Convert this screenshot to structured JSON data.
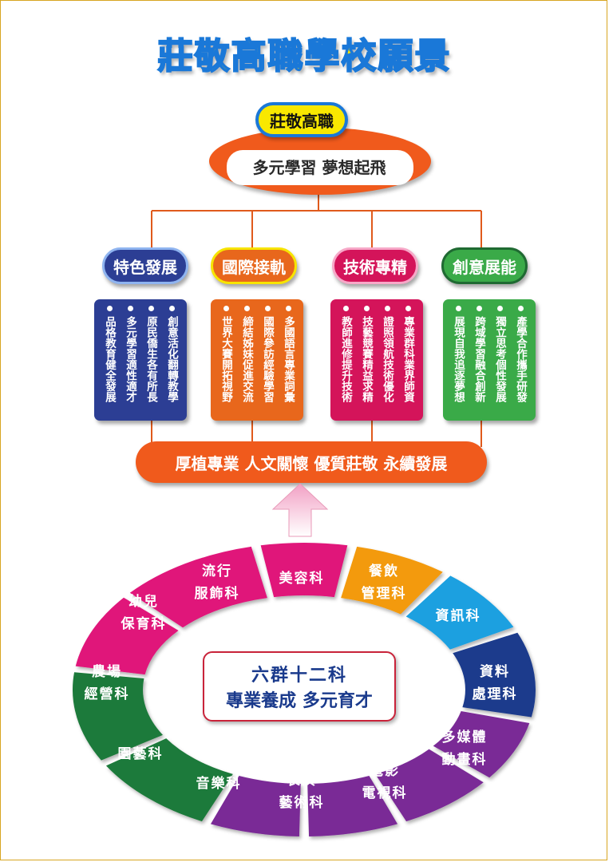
{
  "title": "莊敬高職學校願景",
  "top": {
    "name": "莊敬高職",
    "slogan": "多元學習 夢想起飛"
  },
  "pillars": [
    {
      "label": "特色發展",
      "items": [
        "創意活化翻轉教學",
        "原民僑生各有所長",
        "多元學習適性適才",
        "品格教育健全發展"
      ]
    },
    {
      "label": "國際接軌",
      "items": [
        "多國語言專業詞彙",
        "國際參訪經驗學習",
        "締結姊妹促進交流",
        "世界大賽開拓視野"
      ]
    },
    {
      "label": "技術專精",
      "items": [
        "專業群科業界師資",
        "證照領航技術優化",
        "技藝競賽精益求精",
        "教師進修提升技術"
      ]
    },
    {
      "label": "創意展能",
      "items": [
        "產學合作攜手研發",
        "獨立思考個性發展",
        "跨域學習融合創新",
        "展現自我追逐夢想"
      ]
    }
  ],
  "banner": "厚植專業 人文關懷 優質莊敬 永續發展",
  "center": {
    "line1": "六群十二科",
    "line2": "專業養成 多元育才"
  },
  "departments": [
    {
      "line1": "美容科",
      "line2": ""
    },
    {
      "line1": "餐飲",
      "line2": "管理科"
    },
    {
      "line1": "資訊科",
      "line2": ""
    },
    {
      "line1": "資料",
      "line2": "處理科"
    },
    {
      "line1": "多媒體",
      "line2": "動畫科"
    },
    {
      "line1": "電影",
      "line2": "電視科"
    },
    {
      "line1": "表演",
      "line2": "藝術科"
    },
    {
      "line1": "音樂科",
      "line2": ""
    },
    {
      "line1": "園藝科",
      "line2": ""
    },
    {
      "line1": "農場",
      "line2": "經營科"
    },
    {
      "line1": "幼兒",
      "line2": "保育科"
    },
    {
      "line1": "流行",
      "line2": "服飾科"
    }
  ],
  "colors": {
    "orange": "#f05a1c",
    "pillar1": "#2c3e94",
    "pillar2": "#e8671c",
    "pillar3": "#d4145a",
    "pillar4": "#3aaa48",
    "magenta": "#e0137a",
    "amber": "#f39a0c",
    "sky": "#1aa0e0",
    "navy": "#1a3a8c",
    "purple": "#7a2a96",
    "green": "#1f7a3a"
  }
}
